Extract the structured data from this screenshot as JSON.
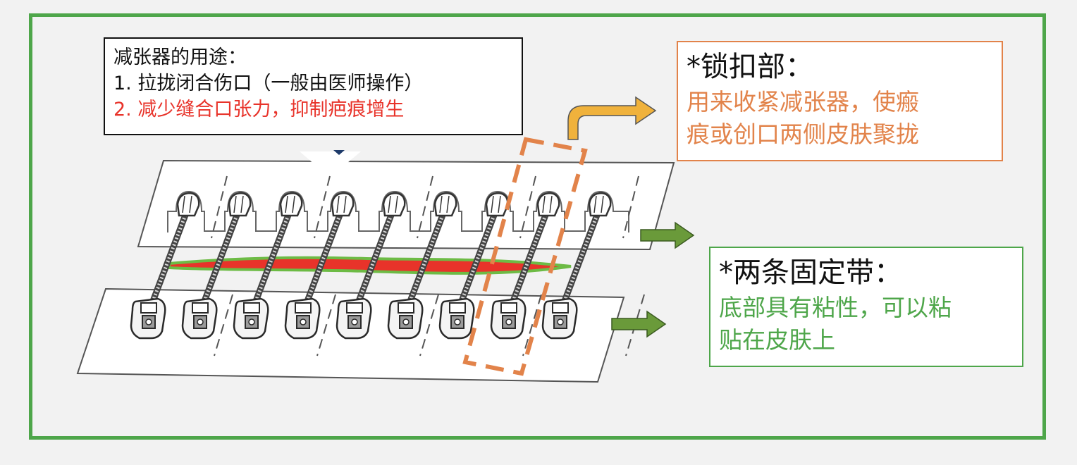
{
  "usage": {
    "title": "减张器的用途：",
    "item1": "1. 拉拢闭合伤口（一般由医师操作）",
    "item2": "2. 减少缝合口张力，抑制疤痕增生"
  },
  "lock": {
    "title": "*锁扣部：",
    "desc_line1": "用来收紧减张器，使瘢",
    "desc_line2": "痕或创口两侧皮肤聚拢"
  },
  "strap": {
    "title": "*两条固定带：",
    "desc_line1": "底部具有粘性，可以粘",
    "desc_line2": "贴在皮肤上"
  },
  "colors": {
    "frame": "#4ea64a",
    "lock_accent": "#e2834a",
    "strap_accent": "#4ea64a",
    "callout_arrow": "#f0b23c",
    "strap_arrow": "#6a9a3a",
    "wound": "#e8332a",
    "highlight": "#e2834a"
  },
  "icons": {
    "lock_callout": "bent-arrow-right-icon",
    "strap_pointer": "arrow-right-icon"
  }
}
